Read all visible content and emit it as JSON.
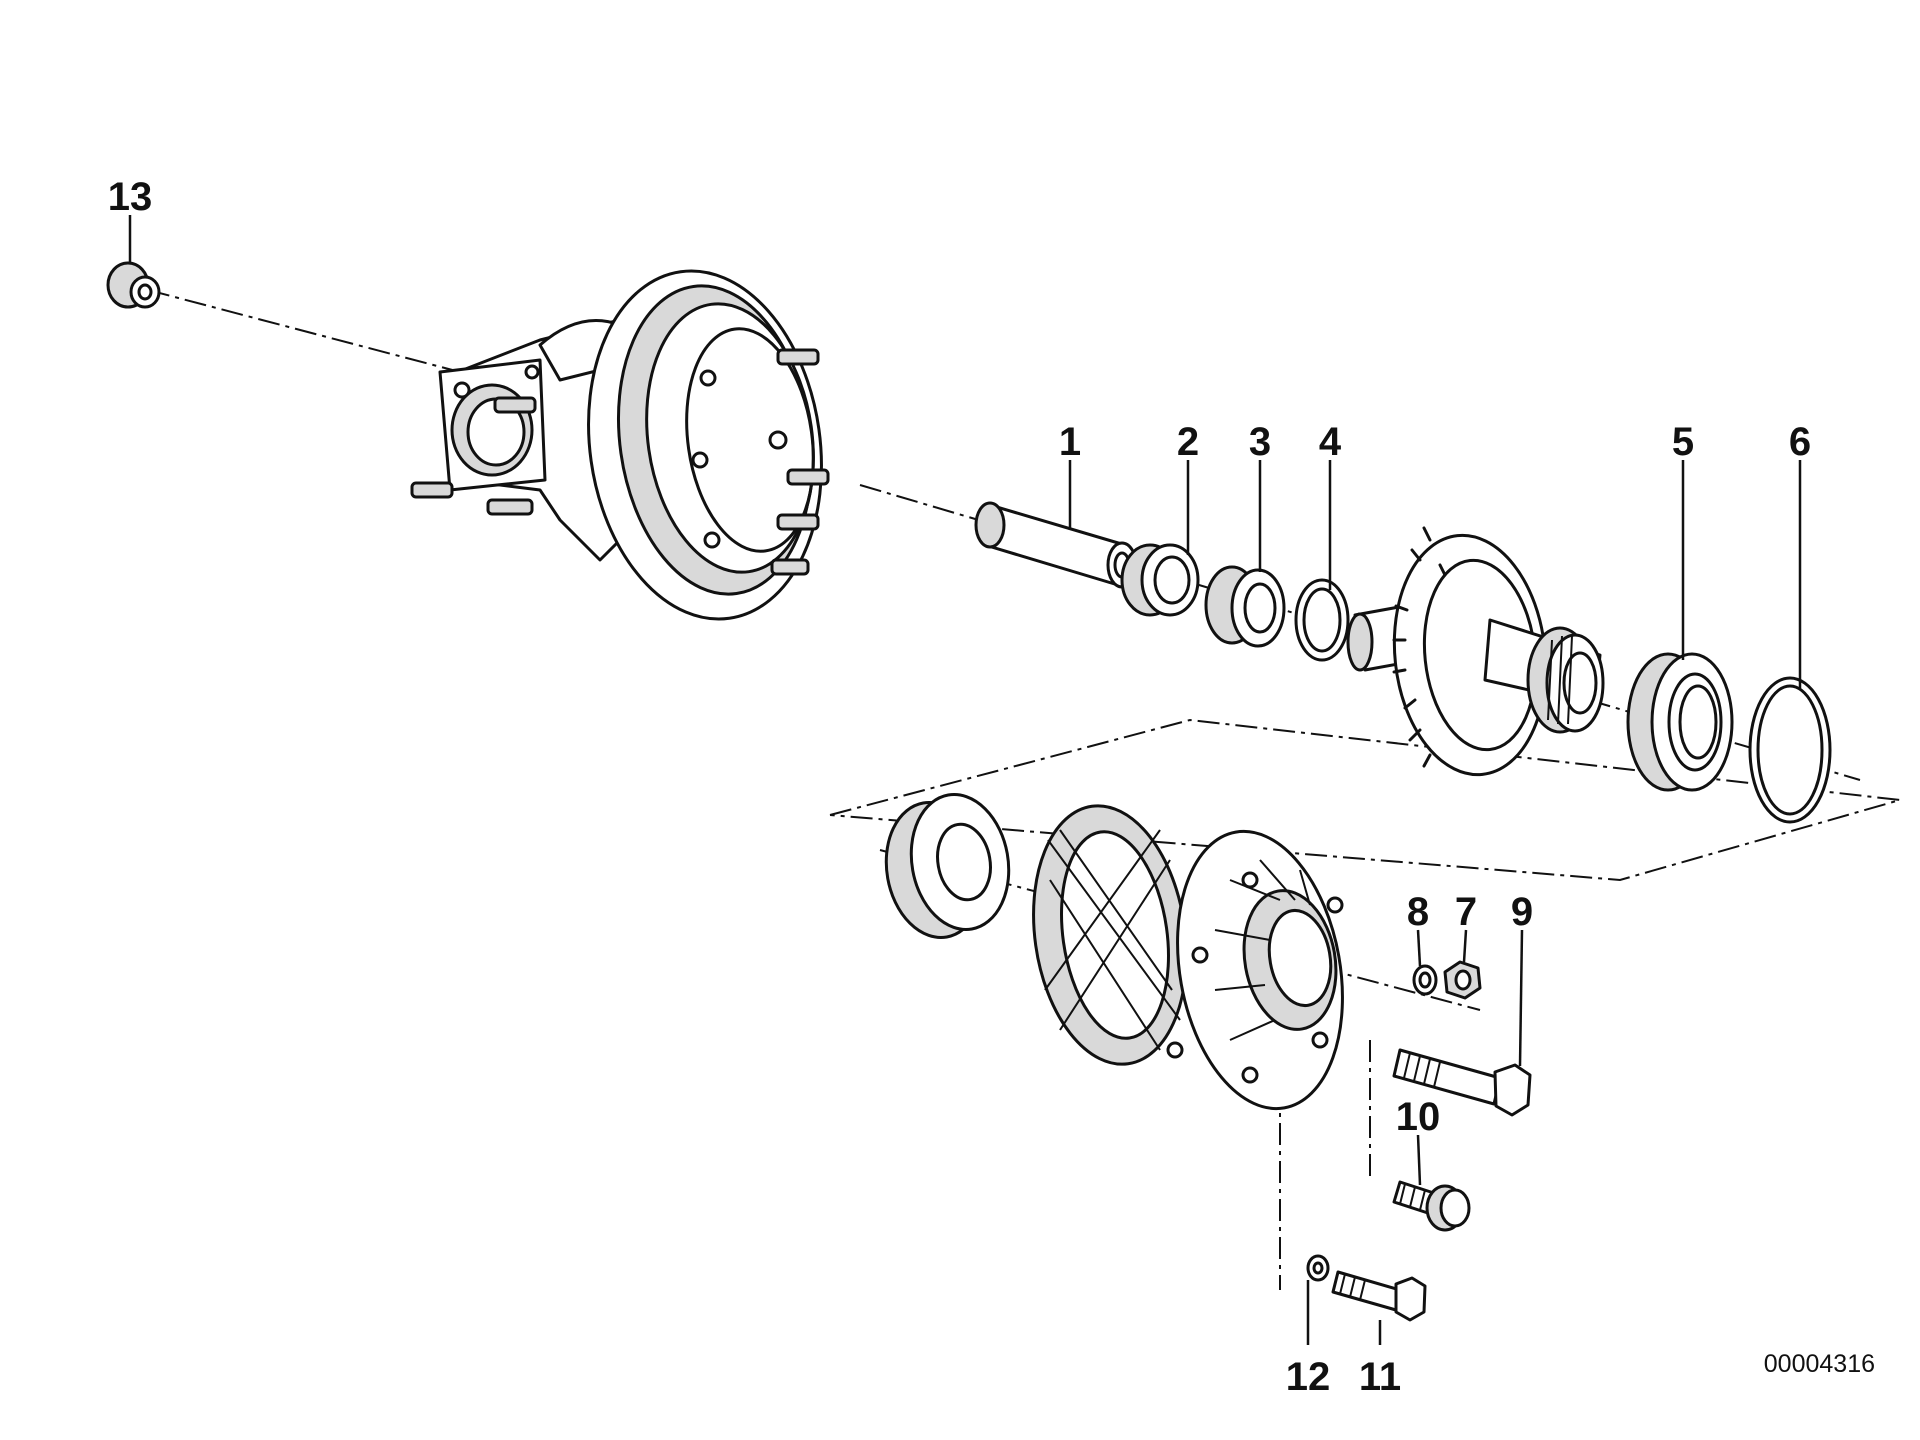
{
  "diagram": {
    "part_numbers": {
      "p1": "1",
      "p2": "2",
      "p3": "3",
      "p4": "4",
      "p5": "5",
      "p6": "6",
      "p7": "7",
      "p8": "8",
      "p9": "9",
      "p10": "10",
      "p11": "11",
      "p12": "12",
      "p13": "13"
    },
    "drawing_code": "00004316",
    "colors": {
      "ink": "#111111",
      "background": "#ffffff"
    }
  }
}
